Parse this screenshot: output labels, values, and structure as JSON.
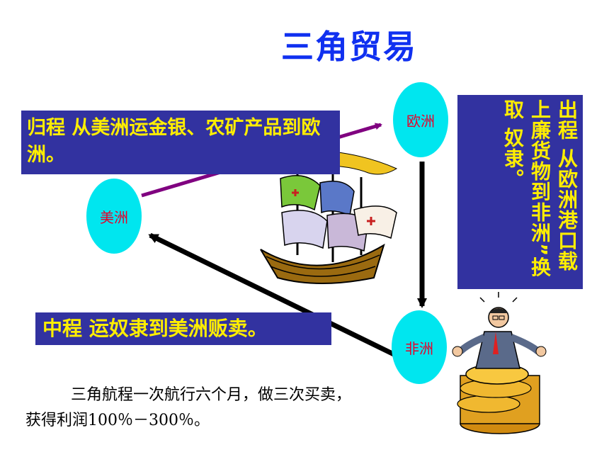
{
  "title": "三角贸易",
  "nodes": {
    "europe": "欧洲",
    "americas": "美洲",
    "africa": "非洲"
  },
  "routes": {
    "return_leg": "归程  从美洲运金银、农矿产品到欧洲。",
    "middle_leg": "中程  运奴隶到美洲贩卖。",
    "outbound_leg": "出程  从欧洲港口载上廉货物到非洲”换取  奴隶。"
  },
  "note": "三角航程一次航行六个月，做三次买卖，获得利润100％－300％。",
  "colors": {
    "title": "#1030f0",
    "box_background": "#3232a0",
    "box_text": "#ffee00",
    "node_fill": "#00e6ef",
    "node_text": "#e8002a",
    "return_arrow": "#800080",
    "arrow_black": "#000000"
  },
  "illustrations": [
    "sailing-ship",
    "businessman-on-coins"
  ]
}
